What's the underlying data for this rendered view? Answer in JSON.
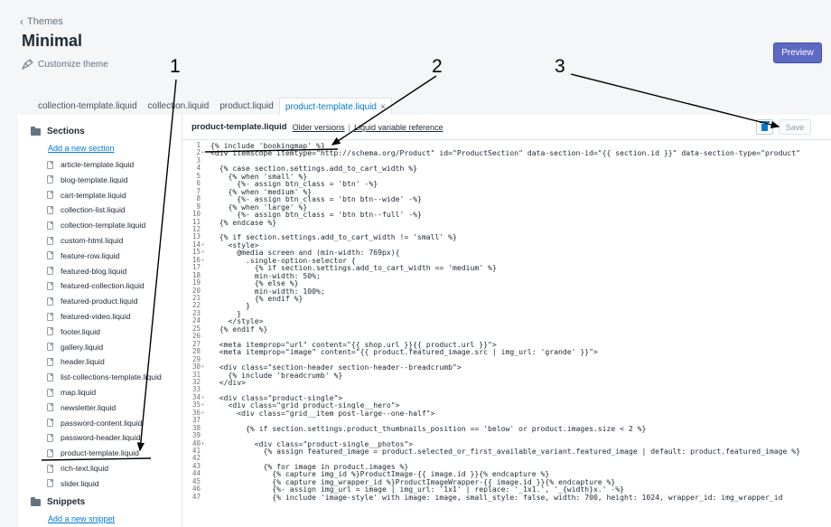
{
  "header": {
    "back_label": "Themes",
    "title": "Minimal",
    "customize_label": "Customize theme",
    "preview_label": "Preview"
  },
  "tabs": [
    {
      "label": "collection-template.liquid",
      "active": false
    },
    {
      "label": "collection.liquid",
      "active": false
    },
    {
      "label": "product.liquid",
      "active": false
    },
    {
      "label": "product-template.liquid",
      "active": true
    }
  ],
  "tab_close": "×",
  "sidebar": {
    "sections_heading": "Sections",
    "add_section_label": "Add a new section",
    "section_files": [
      "article-template.liquid",
      "blog-template.liquid",
      "cart-template.liquid",
      "collection-list.liquid",
      "collection-template.liquid",
      "custom-html.liquid",
      "feature-row.liquid",
      "featured-blog.liquid",
      "featured-collection.liquid",
      "featured-product.liquid",
      "featured-video.liquid",
      "footer.liquid",
      "gallery.liquid",
      "header.liquid",
      "list-collections-template.liquid",
      "map.liquid",
      "newsletter.liquid",
      "password-content.liquid",
      "password-header.liquid",
      "product-template.liquid",
      "rich-text.liquid",
      "slider.liquid"
    ],
    "snippets_heading": "Snippets",
    "add_snippet_label": "Add a new snippet"
  },
  "editor": {
    "file_title": "product-template.liquid",
    "older_versions": "Older versions",
    "separator": "|",
    "liquid_reference": "Liquid variable reference",
    "save_label": "Save"
  },
  "code_lines": [
    {
      "n": "1",
      "fold": "",
      "text": "{% include 'bookingmap' %}"
    },
    {
      "n": "2",
      "fold": "▾",
      "text": "<div itemscope itemtype=\"http://schema.org/Product\" id=\"ProductSection\" data-section-id=\"{{ section.id }}\" data-section-type=\"product\""
    },
    {
      "n": "3",
      "fold": "",
      "text": ""
    },
    {
      "n": "4",
      "fold": "",
      "text": "  {% case section.settings.add_to_cart_width %}"
    },
    {
      "n": "5",
      "fold": "",
      "text": "    {% when 'small' %}"
    },
    {
      "n": "6",
      "fold": "",
      "text": "      {%- assign btn_class = 'btn' -%}"
    },
    {
      "n": "7",
      "fold": "",
      "text": "    {% when 'medium' %}"
    },
    {
      "n": "8",
      "fold": "",
      "text": "      {%- assign btn_class = 'btn btn--wide' -%}"
    },
    {
      "n": "9",
      "fold": "",
      "text": "    {% when 'large' %}"
    },
    {
      "n": "10",
      "fold": "",
      "text": "      {%- assign btn_class = 'btn btn--full' -%}"
    },
    {
      "n": "11",
      "fold": "",
      "text": "  {% endcase %}"
    },
    {
      "n": "12",
      "fold": "",
      "text": ""
    },
    {
      "n": "13",
      "fold": "",
      "text": "  {% if section.settings.add_to_cart_width != 'small' %}"
    },
    {
      "n": "14",
      "fold": "▾",
      "text": "    <style>"
    },
    {
      "n": "15",
      "fold": "▾",
      "text": "      @media screen and (min-width: 769px){"
    },
    {
      "n": "16",
      "fold": "▾",
      "text": "        .single-option-selector {"
    },
    {
      "n": "17",
      "fold": "",
      "text": "          {% if section.settings.add_to_cart_width == 'medium' %}"
    },
    {
      "n": "18",
      "fold": "",
      "text": "          min-width: 50%;"
    },
    {
      "n": "19",
      "fold": "",
      "text": "          {% else %}"
    },
    {
      "n": "20",
      "fold": "",
      "text": "          min-width: 100%;"
    },
    {
      "n": "21",
      "fold": "",
      "text": "          {% endif %}"
    },
    {
      "n": "22",
      "fold": "",
      "text": "        }"
    },
    {
      "n": "23",
      "fold": "",
      "text": "      }"
    },
    {
      "n": "24",
      "fold": "",
      "text": "    </style>"
    },
    {
      "n": "25",
      "fold": "",
      "text": "  {% endif %}"
    },
    {
      "n": "26",
      "fold": "",
      "text": ""
    },
    {
      "n": "27",
      "fold": "",
      "text": "  <meta itemprop=\"url\" content=\"{{ shop.url }}{{ product.url }}\">"
    },
    {
      "n": "28",
      "fold": "",
      "text": "  <meta itemprop=\"image\" content=\"{{ product.featured_image.src | img_url: 'grande' }}\">"
    },
    {
      "n": "29",
      "fold": "",
      "text": ""
    },
    {
      "n": "30",
      "fold": "▾",
      "text": "  <div class=\"section-header section-header--breadcrumb\">"
    },
    {
      "n": "31",
      "fold": "",
      "text": "    {% include 'breadcrumb' %}"
    },
    {
      "n": "32",
      "fold": "",
      "text": "  </div>"
    },
    {
      "n": "33",
      "fold": "",
      "text": ""
    },
    {
      "n": "34",
      "fold": "▾",
      "text": "  <div class=\"product-single\">"
    },
    {
      "n": "35",
      "fold": "▾",
      "text": "    <div class=\"grid product-single__hero\">"
    },
    {
      "n": "36",
      "fold": "▾",
      "text": "      <div class=\"grid__item post-large--one-half\">"
    },
    {
      "n": "37",
      "fold": "",
      "text": ""
    },
    {
      "n": "38",
      "fold": "",
      "text": "        {% if section.settings.product_thumbnails_position == 'below' or product.images.size < 2 %}"
    },
    {
      "n": "39",
      "fold": "",
      "text": ""
    },
    {
      "n": "40",
      "fold": "▾",
      "text": "          <div class=\"product-single__photos\">"
    },
    {
      "n": "41",
      "fold": "",
      "text": "            {% assign featured_image = product.selected_or_first_available_variant.featured_image | default: product.featured_image %}"
    },
    {
      "n": "42",
      "fold": "",
      "text": ""
    },
    {
      "n": "43",
      "fold": "",
      "text": "            {% for image in product.images %}"
    },
    {
      "n": "44",
      "fold": "",
      "text": "              {% capture img_id %}ProductImage-{{ image.id }}{% endcapture %}"
    },
    {
      "n": "45",
      "fold": "",
      "text": "              {% capture img_wrapper_id %}ProductImageWrapper-{{ image.id }}{% endcapture %}"
    },
    {
      "n": "46",
      "fold": "",
      "text": "              {%- assign img_url = image | img_url: '1x1' | replace: '_1x1.', '_{width}x.' -%}"
    },
    {
      "n": "47",
      "fold": "",
      "text": "              {% include 'image-style' with image: image, small_style: false, width: 700, height: 1024, wrapper_id: img_wrapper_id"
    }
  ],
  "annotations": [
    "1",
    "2",
    "3"
  ]
}
